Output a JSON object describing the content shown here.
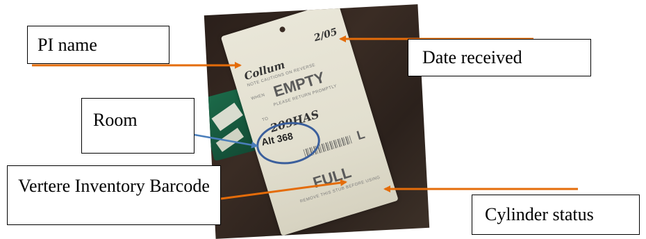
{
  "labels": {
    "pi_name": "PI name",
    "date_received": "Date received",
    "room": "Room",
    "inventory_barcode": "Vertere Inventory Barcode",
    "cylinder_status": "Cylinder status"
  },
  "tag_text": {
    "pi_handwritten": "Collum",
    "date_handwritten": "2/05",
    "notice": "NOTE CAUTIONS ON REVERSE",
    "when": "WHEN",
    "empty": "EMPTY",
    "return": "PLEASE RETURN PROMPTLY",
    "to": "TO",
    "room_handwritten": "209HAS",
    "room_number": "Alt 368",
    "size": "L",
    "full": "FULL",
    "remove": "REMOVE THIS STUB BEFORE USING"
  },
  "colors": {
    "orange_arrow": "#e46c0a",
    "blue_arrow": "#4a7ebb",
    "circle": "#3b5f9c"
  }
}
